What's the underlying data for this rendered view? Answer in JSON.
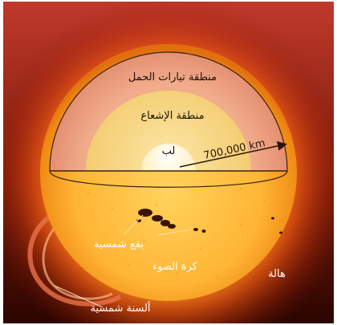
{
  "diagram": {
    "labels": {
      "convection_zone": "منطقة تيارات الحمل",
      "radiative_zone": "منطقة الإشعاع",
      "core": "لب",
      "radius": "700,000 km",
      "sunspots": "بقع شمسية",
      "photosphere": "كرة الضوء",
      "corona": "هالة",
      "prominence": "ألسنة شمسية"
    },
    "colors": {
      "background": "#ffffff",
      "frame_top": "#c0392b",
      "frame_bottom": "#2a0500",
      "corona_glow": "#ff8a1c",
      "photosphere_center": "#ffd35c",
      "photosphere_edge": "#f08a14",
      "convection_zone": "#e8977a",
      "radiative_zone": "#f6d27e",
      "core": "#fff6d2",
      "cut_outline": "#3a2210",
      "label_dark": "#1f1205",
      "label_light": "#ffffff",
      "sunspot": "#3a1406",
      "arrow": "#2a140a",
      "prominence": "#e8734a"
    }
  }
}
